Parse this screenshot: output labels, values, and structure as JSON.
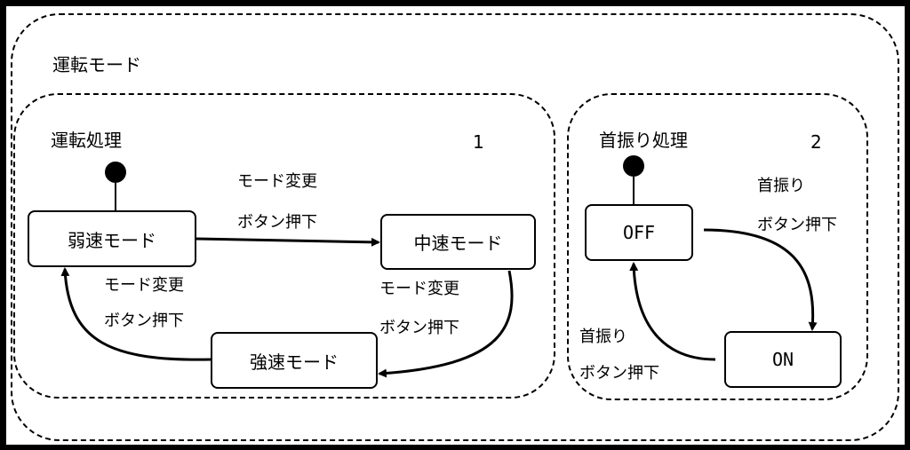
{
  "outer": {
    "title": "運転モード"
  },
  "region1": {
    "title": "運転処理",
    "number": "1",
    "states": {
      "weak": "弱速モード",
      "medium": "中速モード",
      "strong": "強速モード"
    },
    "transitions": {
      "weak_to_medium": {
        "line1": "モード変更",
        "line2": "ボタン押下"
      },
      "medium_to_strong": {
        "line1": "モード変更",
        "line2": "ボタン押下"
      },
      "strong_to_weak": {
        "line1": "モード変更",
        "line2": "ボタン押下"
      }
    }
  },
  "region2": {
    "title": "首振り処理",
    "number": "2",
    "states": {
      "off": "OFF",
      "on": "ON"
    },
    "transitions": {
      "off_to_on": {
        "line1": "首振り",
        "line2": "ボタン押下"
      },
      "on_to_off": {
        "line1": "首振り",
        "line2": "ボタン押下"
      }
    }
  }
}
